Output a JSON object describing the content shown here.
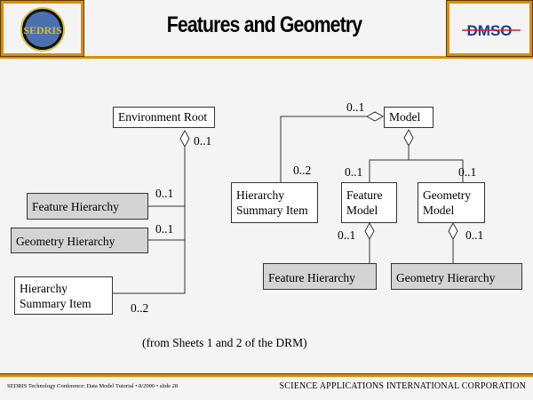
{
  "header": {
    "title": "Features and Geometry",
    "left_logo": "SEDRIS",
    "right_logo": "DMSO"
  },
  "left_diagram": {
    "environment_root": "Environment Root",
    "feature_hierarchy": "Feature Hierarchy",
    "geometry_hierarchy": "Geometry Hierarchy",
    "hierarchy_summary_item_1": "Hierarchy",
    "hierarchy_summary_item_2": "Summary Item",
    "mult_root": "0..1",
    "mult_feature": "0..1",
    "mult_geometry": "0..1",
    "mult_summary": "0..2"
  },
  "right_diagram": {
    "model": "Model",
    "hierarchy_summary_item_1": "Hierarchy",
    "hierarchy_summary_item_2": "Summary Item",
    "feature_model_1": "Feature",
    "feature_model_2": "Model",
    "geometry_model_1": "Geometry",
    "geometry_model_2": "Model",
    "feature_hierarchy": "Feature Hierarchy",
    "geometry_hierarchy": "Geometry Hierarchy",
    "mult_model_agg": "0..1",
    "mult_summary": "0..2",
    "mult_feature_model": "0..1",
    "mult_geometry_model": "0..1",
    "mult_feature_hier": "0..1",
    "mult_geometry_hier": "0..1"
  },
  "caption": "(from Sheets 1 and 2 of the DRM)",
  "footer": {
    "left": "SEDRIS Technology Conference: Data Model Tutorial • 8/2000 • slide 28",
    "right": "SCIENCE APPLICATIONS INTERNATIONAL CORPORATION"
  }
}
